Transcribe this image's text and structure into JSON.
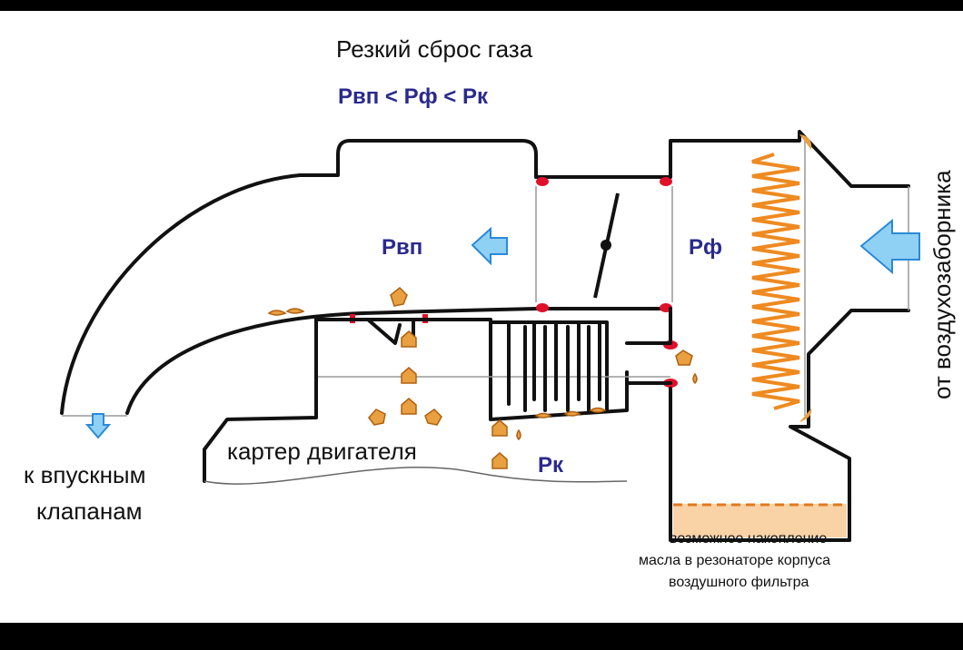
{
  "title": "Резкий сброс газа",
  "pressure_relation": "Pвп < Pф < Pк",
  "labels": {
    "p_intake": "Pвп",
    "p_filter": "Pф",
    "p_crankcase": "Pк",
    "crankcase": "картер двигателя",
    "to_valves_line1": "к впускным",
    "to_valves_line2": "клапанам",
    "from_intake": "от воздухозаборника",
    "note_line1": "возможное накопление",
    "note_line2": "масла в резонаторе корпуса",
    "note_line3": "воздушного фильтра"
  },
  "colors": {
    "frame": "#000000",
    "background": "#ffffff",
    "arrow_fill": "#8fd0f5",
    "arrow_stroke": "#2a8ad8",
    "oil": "#e8a040",
    "seal": "#e0102a",
    "pressure_text": "#2a2a8c"
  },
  "icons": [
    "flow-arrow-icon",
    "oil-drop-icon",
    "throttle-valve-icon",
    "filter-element-icon",
    "seal-icon"
  ]
}
